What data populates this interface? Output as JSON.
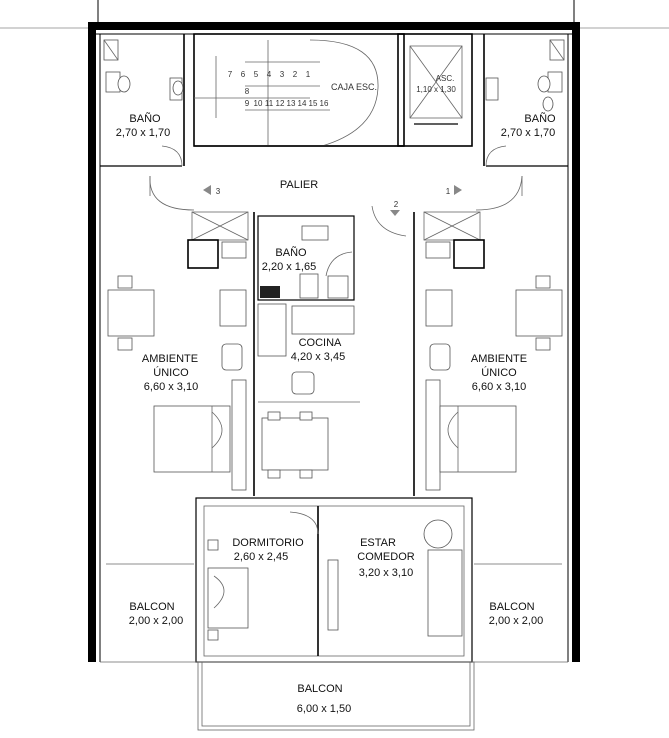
{
  "rooms": {
    "bano_left": {
      "name": "BAÑO",
      "dims": "2,70 x 1,70"
    },
    "bano_right": {
      "name": "BAÑO",
      "dims": "2,70 x 1,70"
    },
    "bano_center": {
      "name": "BAÑO",
      "dims": "2,20 x 1,65"
    },
    "caja_esc": {
      "name": "CAJA ESC."
    },
    "asc": {
      "name": "ASC.",
      "dims": "1,10 x 1,30"
    },
    "palier": {
      "name": "PALIER"
    },
    "cocina": {
      "name": "COCINA",
      "dims": "4,20 x 3,45"
    },
    "ambiente_left": {
      "name1": "AMBIENTE",
      "name2": "ÚNICO",
      "dims": "6,60 x 3,10"
    },
    "ambiente_right": {
      "name1": "AMBIENTE",
      "name2": "ÚNICO",
      "dims": "6,60 x 3,10"
    },
    "dormitorio": {
      "name": "DORMITORIO",
      "dims": "2,60 x 2,45"
    },
    "estar": {
      "name1": "ESTAR",
      "name2": "COMEDOR",
      "dims": "3,20 x 3,10"
    },
    "balcon_left": {
      "name": "BALCON",
      "dims": "2,00 x 2,00"
    },
    "balcon_right": {
      "name": "BALCON",
      "dims": "2,00 x 2,00"
    },
    "balcon_bottom": {
      "name": "BALCON",
      "dims": "6,00 x 1,50"
    }
  },
  "stairs": {
    "top_row": [
      "7",
      "6",
      "5",
      "4",
      "3",
      "2",
      "1"
    ],
    "mid": "8",
    "bottom_row": [
      "9",
      "10",
      "11",
      "12",
      "13",
      "14",
      "15",
      "16"
    ]
  },
  "unit_numbers": {
    "left": "3",
    "center": "2",
    "right": "1"
  }
}
